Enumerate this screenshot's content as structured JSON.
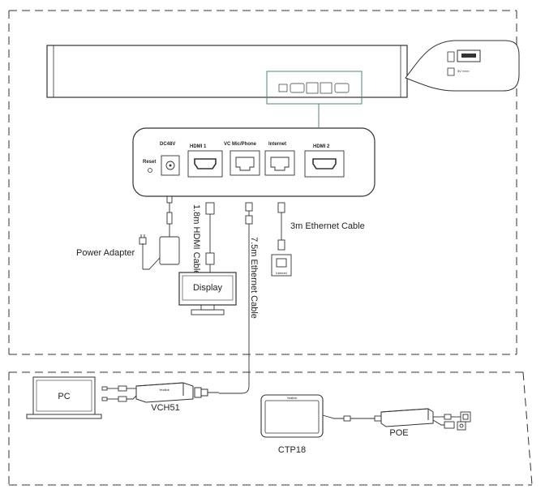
{
  "ports": {
    "reset": "Reset",
    "dc": "DC48V",
    "hdmi1": "HDMI 1",
    "vc_mic": "VC Mic/Phone",
    "internet": "Internet",
    "hdmi2": "HDMI 2",
    "dc_voltage": "5V ═══"
  },
  "labels": {
    "power_adapter": "Power Adapter",
    "hdmi_cable": "1.8m HDMI Cable",
    "ethernet_75": "7.5m Ethernet Cable",
    "ethernet_3": "3m Ethernet Cable",
    "internet_jack": "Internet",
    "display": "Display",
    "pc": "PC",
    "vch51": "VCH51",
    "ctp18": "CTP18",
    "poe": "POE",
    "yealink": "Yealink"
  }
}
